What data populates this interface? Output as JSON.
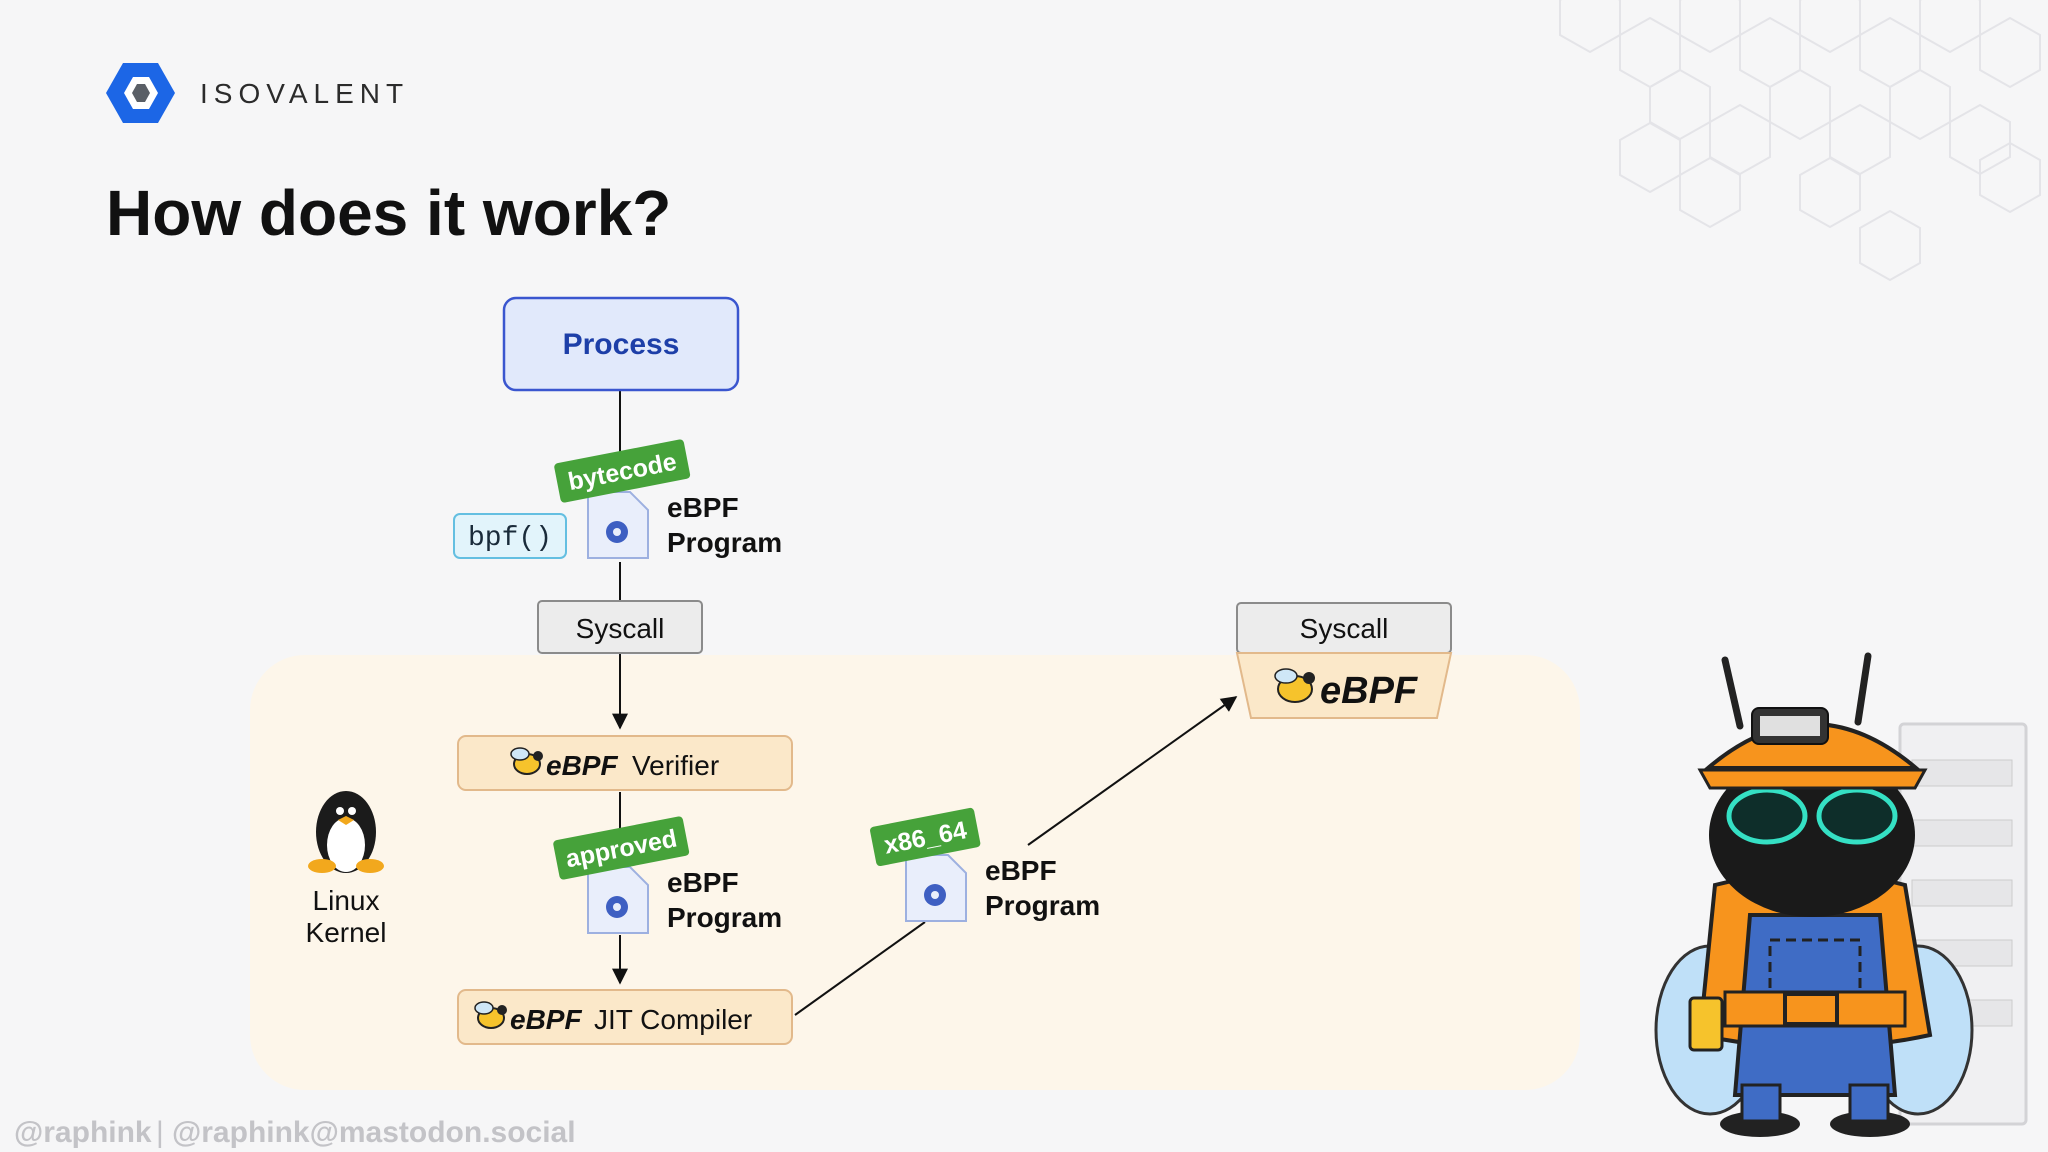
{
  "header": {
    "brand": "ISOVALENT",
    "title": "How does it work?"
  },
  "diagram": {
    "process": "Process",
    "bytecode_tag": "bytecode",
    "bpf_call": "bpf()",
    "program_line1": "eBPF",
    "program_line2": "Program",
    "syscall": "Syscall",
    "ebpf_brand": "eBPF",
    "verifier": "Verifier",
    "approved_tag": "approved",
    "jit_compiler": "JIT Compiler",
    "arch_tag": "x86_64",
    "kernel_line1": "Linux",
    "kernel_line2": "Kernel"
  },
  "footer": {
    "handle": "@raphink",
    "separator": "|",
    "mastodon": "@raphink@mastodon.social"
  },
  "colors": {
    "process_fill": "#e1e9fb",
    "process_border": "#3a56cf",
    "tag_green": "#46a23a",
    "verifier_fill": "#fbe8c9",
    "kernel_bg": "#fdf6ea",
    "brand_blue": "#1c66e6"
  }
}
